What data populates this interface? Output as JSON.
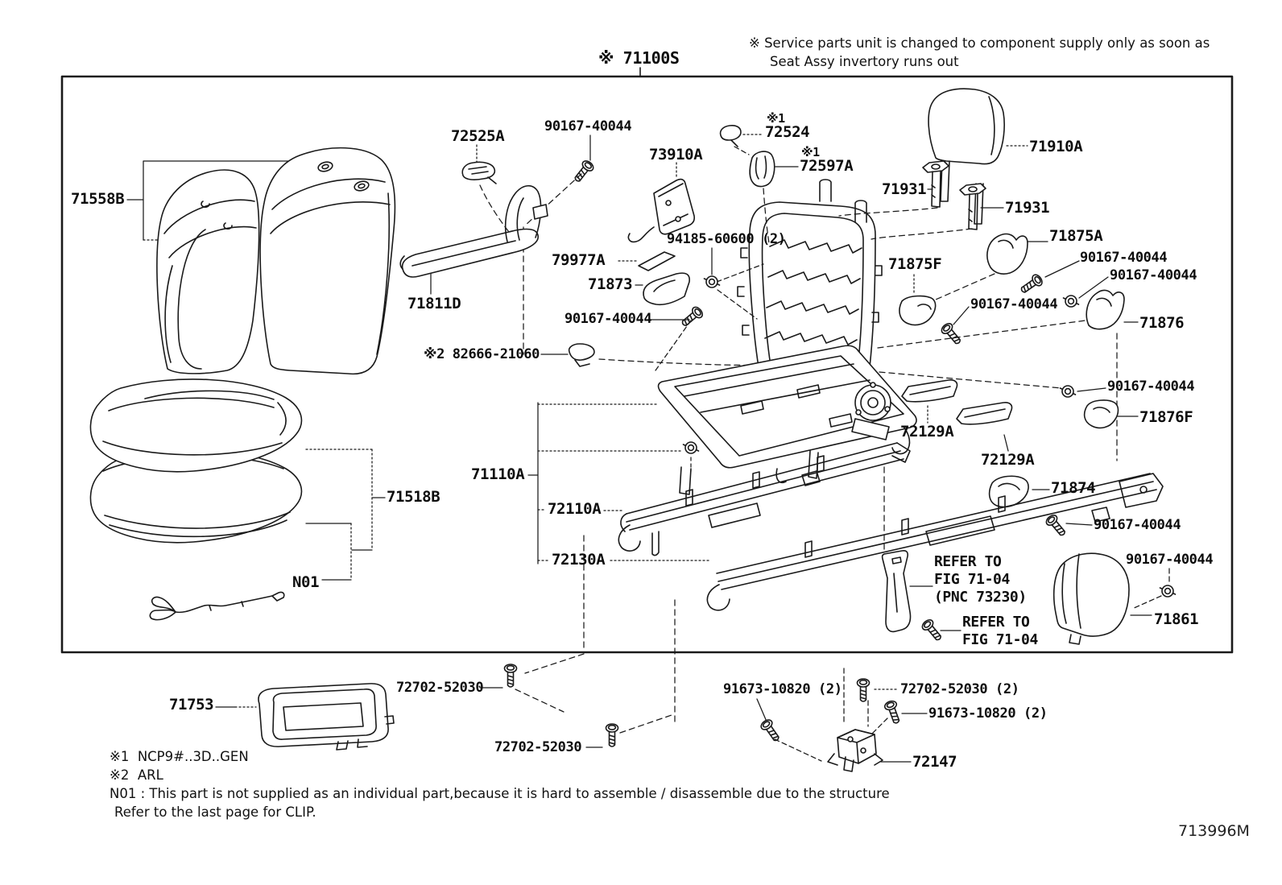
{
  "header": {
    "note_line1": "※ Service parts unit is changed to component supply only as soon as",
    "note_line2": "Seat Assy invertory runs out",
    "assembly_label": "※ 71100S"
  },
  "labels": {
    "p71558B": "71558B",
    "p72525A": "72525A",
    "p90167_a": "90167-40044",
    "p73910A": "73910A",
    "ref1a": "※1",
    "p72524": "72524",
    "ref1b": "※1",
    "p72597A": "72597A",
    "p71910A": "71910A",
    "p71931_a": "71931",
    "p71931_b": "71931",
    "p71875A": "71875A",
    "p90167_b": "90167-40044",
    "p90167_c": "90167-40044",
    "p71875F": "71875F",
    "p94185": "94185-60600 (2)",
    "p79977A": "79977A",
    "p71873": "71873",
    "p90167_d": "90167-40044",
    "p71876": "71876",
    "p90167_e": "90167-40044",
    "p71811D": "71811D",
    "p82666": "※2 82666-21060",
    "p90167_f": "90167-40044",
    "p71876F": "71876F",
    "p72129A_a": "72129A",
    "p72129A_b": "72129A",
    "p71110A": "71110A",
    "p71874": "71874",
    "p72110A": "72110A",
    "p90167_g": "90167-40044",
    "p72130A": "72130A",
    "refA1": "REFER TO",
    "refA2": "FIG 71-04",
    "refA3": "(PNC 73230)",
    "p90167_h": "90167-40044",
    "p71861": "71861",
    "p71518B": "71518B",
    "pN01": "N01",
    "refB1": "REFER TO",
    "refB2": "FIG 71-04",
    "p72702_a": "72702-52030",
    "p91673_a": "91673-10820 (2)",
    "p72702_c": "72702-52030 (2)",
    "p91673_b": "91673-10820 (2)",
    "p71753": "71753",
    "p72702_b": "72702-52030",
    "p72147": "72147"
  },
  "footnotes": {
    "f1": "※1  NCP9#..3D..GEN",
    "f2": "※2  ARL",
    "f3": "N01 : This part is not supplied as an individual part,because it is hard to assemble / disassemble due to the structure",
    "f4": "Refer to the last page for CLIP."
  },
  "doc_code": "713996M",
  "colors": {
    "ink": "#1a1a1a",
    "paper": "#ffffff"
  }
}
